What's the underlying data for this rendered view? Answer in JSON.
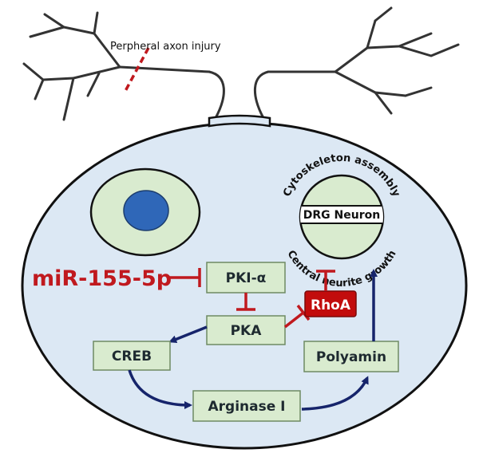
{
  "labels": {
    "injury": "Perpheral axon injury",
    "mirna": "miR-155-5p",
    "pki": "PKI-α",
    "pka": "PKA",
    "rhoa": "RhoA",
    "creb": "CREB",
    "arginase": "Arginase I",
    "polyamin": "Polyamin",
    "drg": "DRG Neuron",
    "cytoskeleton": "Cytoskeleton assembly",
    "neurite": "Central neurite growth"
  },
  "colors": {
    "cell_fill": "#dce8f4",
    "outline": "#111111",
    "node_fill": "#d9ebcf",
    "node_border": "#6e8a63",
    "nucleus": "#2f67b8",
    "inhibit": "#c0191e",
    "activate": "#16246b",
    "rhoa_fill": "#c20c0c"
  }
}
